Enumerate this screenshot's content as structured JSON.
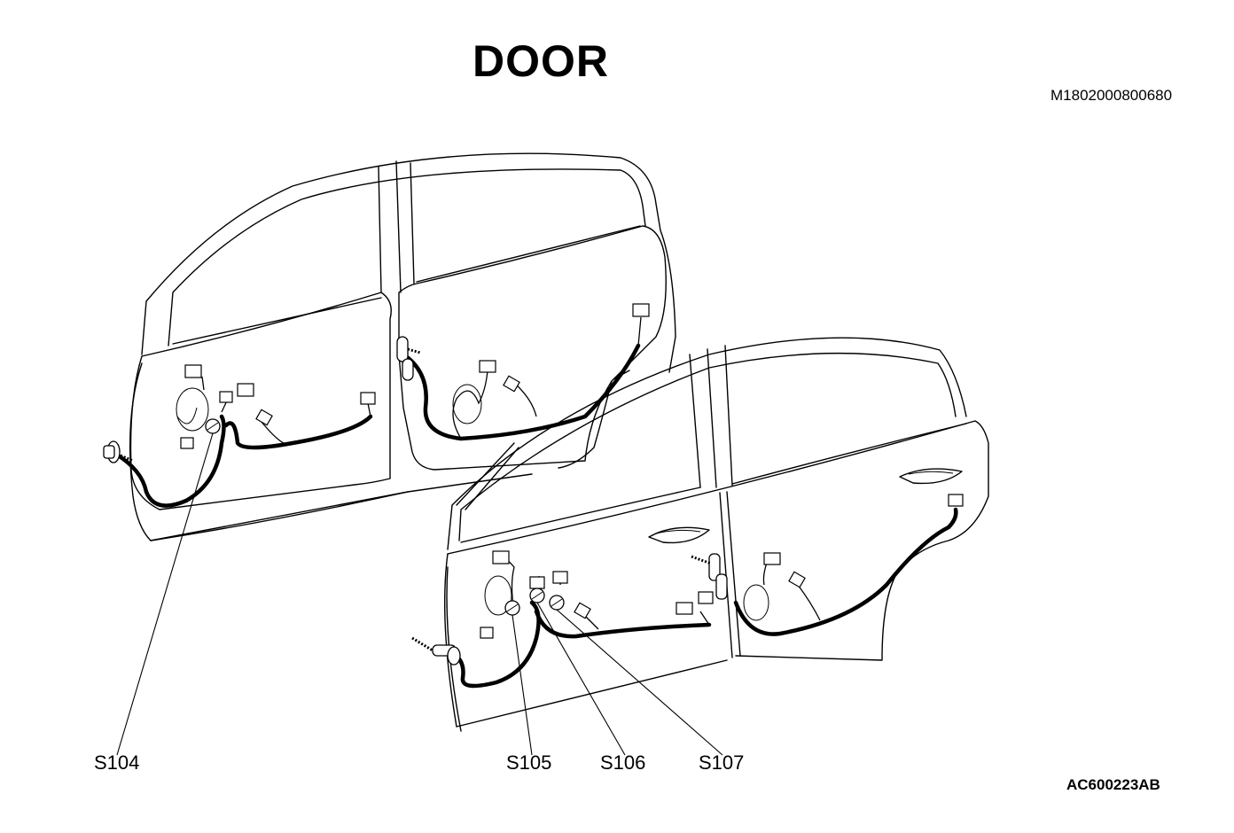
{
  "title": "DOOR",
  "doc_code": "M1802000800680",
  "figure_code": "AC600223AB",
  "callouts": {
    "s104": "S104",
    "s105": "S105",
    "s106": "S106",
    "s107": "S107"
  }
}
